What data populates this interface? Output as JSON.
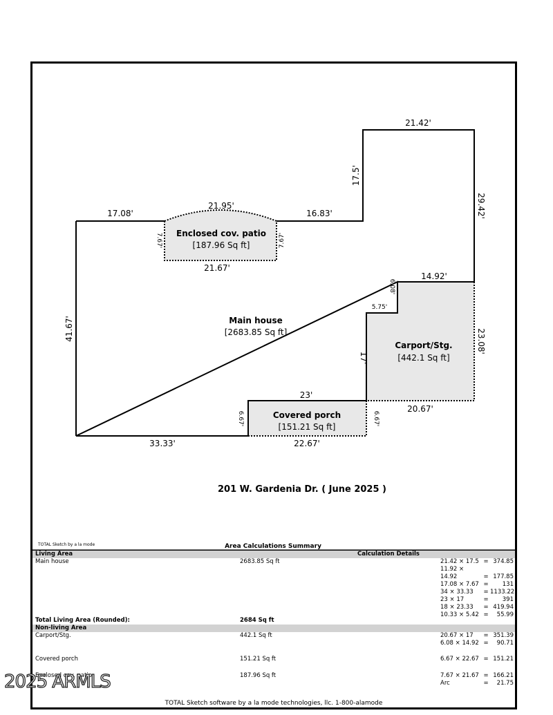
{
  "sketch": {
    "address": "201 W. Gardenia Dr. ( June 2025 )",
    "credit": "TOTAL Sketch by a la mode",
    "summary_title": "Area Calculations Summary",
    "rooms": {
      "main": {
        "name": "Main house",
        "area": "[2683.85 Sq ft]"
      },
      "patio": {
        "name": "Enclosed cov. patio",
        "area": "[187.96 Sq ft]"
      },
      "carport": {
        "name": "Carport/Stg.",
        "area": "[442.1 Sq ft]"
      },
      "porch": {
        "name": "Covered porch",
        "area": "[151.21 Sq ft]"
      }
    },
    "dims": {
      "top_right": "21.42'",
      "right_upper": "29.42'",
      "notch_vert": "17.5'",
      "left_top": "17.08'",
      "arc": "21.95'",
      "mid_top": "16.83'",
      "patio_left": "7.67'",
      "patio_right": "7.67'",
      "patio_bottom": "21.67'",
      "left": "41.67'",
      "carport_top": "14.92'",
      "step_vert": "6.08'",
      "step_horiz": "5.75'",
      "carport_right": "23.08'",
      "inner_vert": "17'",
      "porch_top": "23'",
      "carport_bottom": "20.67'",
      "porch_left": "6.67'",
      "porch_right": "6.67'",
      "bottom_left": "33.33'",
      "porch_bottom": "22.67'"
    }
  },
  "table": {
    "living_header": "Living Area",
    "calc_header": "Calculation Details",
    "main_label": "Main house",
    "main_area": "2683.85 Sq ft",
    "main_calcs": [
      {
        "e": "21.42 × 17.5",
        "r": "374.85"
      },
      {
        "e": "11.92 × 14.92",
        "r": "177.85"
      },
      {
        "e": "17.08 × 7.67",
        "r": "131"
      },
      {
        "e": "34 × 33.33",
        "r": "1133.22"
      },
      {
        "e": "23 × 17",
        "r": "391"
      },
      {
        "e": "18 × 23.33",
        "r": "419.94"
      },
      {
        "e": "10.33 × 5.42",
        "r": "55.99"
      }
    ],
    "total_living_label": "Total Living Area (Rounded):",
    "total_living_value": "2684 Sq ft",
    "nonliving_header": "Non-living Area",
    "carport_label": "Carport/Stg.",
    "carport_area": "442.1 Sq ft",
    "carport_calcs": [
      {
        "e": "20.67 × 17",
        "r": "351.39"
      },
      {
        "e": "6.08 × 14.92",
        "r": "90.71"
      }
    ],
    "porch_label": "Covered porch",
    "porch_area": "151.21 Sq ft",
    "porch_calcs": [
      {
        "e": "6.67 × 22.67",
        "r": "151.21"
      }
    ],
    "patio_label": "Enclosed cov. patio",
    "patio_area": "187.96 Sq ft",
    "patio_calcs": [
      {
        "e": "7.67 × 21.67",
        "r": "166.21"
      },
      {
        "e": "Arc",
        "r": "21.75"
      }
    ],
    "footer": "TOTAL Sketch software by a la mode technologies, llc. 1-800-alamode"
  },
  "watermark": "2025 ARMLS"
}
